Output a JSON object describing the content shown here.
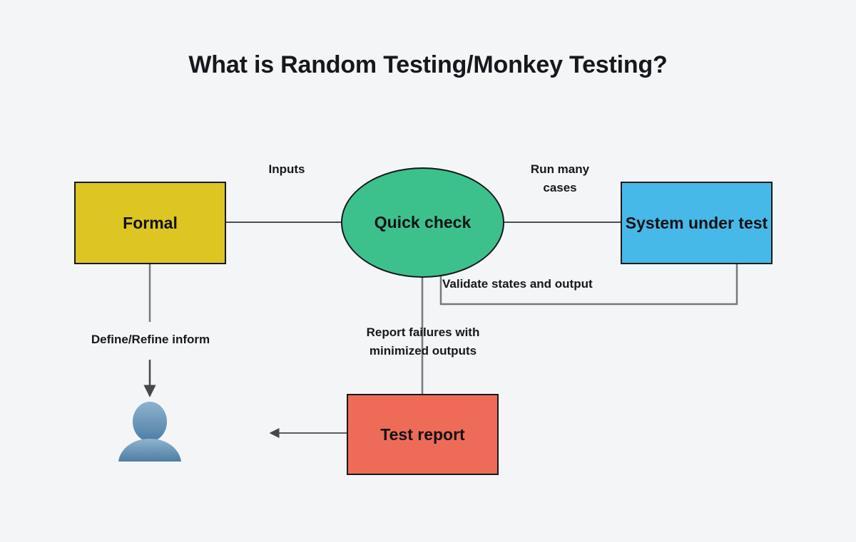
{
  "diagram": {
    "title": "What is Random Testing/Monkey Testing?",
    "background_color": "#f4f5f7",
    "nodes": [
      {
        "id": "formal",
        "label": "Formal",
        "shape": "rect",
        "fill": "#ddc522",
        "stroke": "#16191c"
      },
      {
        "id": "quick-check",
        "label": "Quick check",
        "shape": "ellipse",
        "fill": "#3cc18d",
        "stroke": "#16191c"
      },
      {
        "id": "system-under-test",
        "label": "System under test",
        "shape": "rect",
        "fill": "#47b9e8",
        "stroke": "#16191c"
      },
      {
        "id": "test-report",
        "label": "Test report",
        "shape": "rect",
        "fill": "#ee6c57",
        "stroke": "#16191c"
      },
      {
        "id": "person",
        "label": "",
        "shape": "avatar",
        "fill": "#5b87ac",
        "stroke": "none"
      }
    ],
    "edges": [
      {
        "id": "formal-to-quick-check",
        "from": "formal",
        "to": "quick-check",
        "label": "Inputs",
        "arrow": false
      },
      {
        "id": "quick-check-to-system",
        "from": "quick-check",
        "to": "system-under-test",
        "label": "Run many cases",
        "arrow": false
      },
      {
        "id": "system-to-quick-check",
        "from": "system-under-test",
        "to": "quick-check",
        "label": "Validate states and output",
        "arrow": false
      },
      {
        "id": "formal-to-person",
        "from": "formal",
        "to": "person",
        "label": "Define/Refine inform",
        "arrow": true
      },
      {
        "id": "quick-check-to-test-report",
        "from": "quick-check",
        "to": "test-report",
        "label": "Report failures with minimized outputs",
        "arrow": false
      },
      {
        "id": "test-report-out",
        "from": "test-report",
        "to": "",
        "label": "",
        "arrow": true
      }
    ],
    "labels": {
      "inputs": "Inputs",
      "run_many_cases": "Run many\ncases",
      "validate": "Validate states and output",
      "define_refine": "Define/Refine inform",
      "report_failures": "Report failures with\nminimized outputs"
    },
    "line_color": "#6b6f73"
  }
}
